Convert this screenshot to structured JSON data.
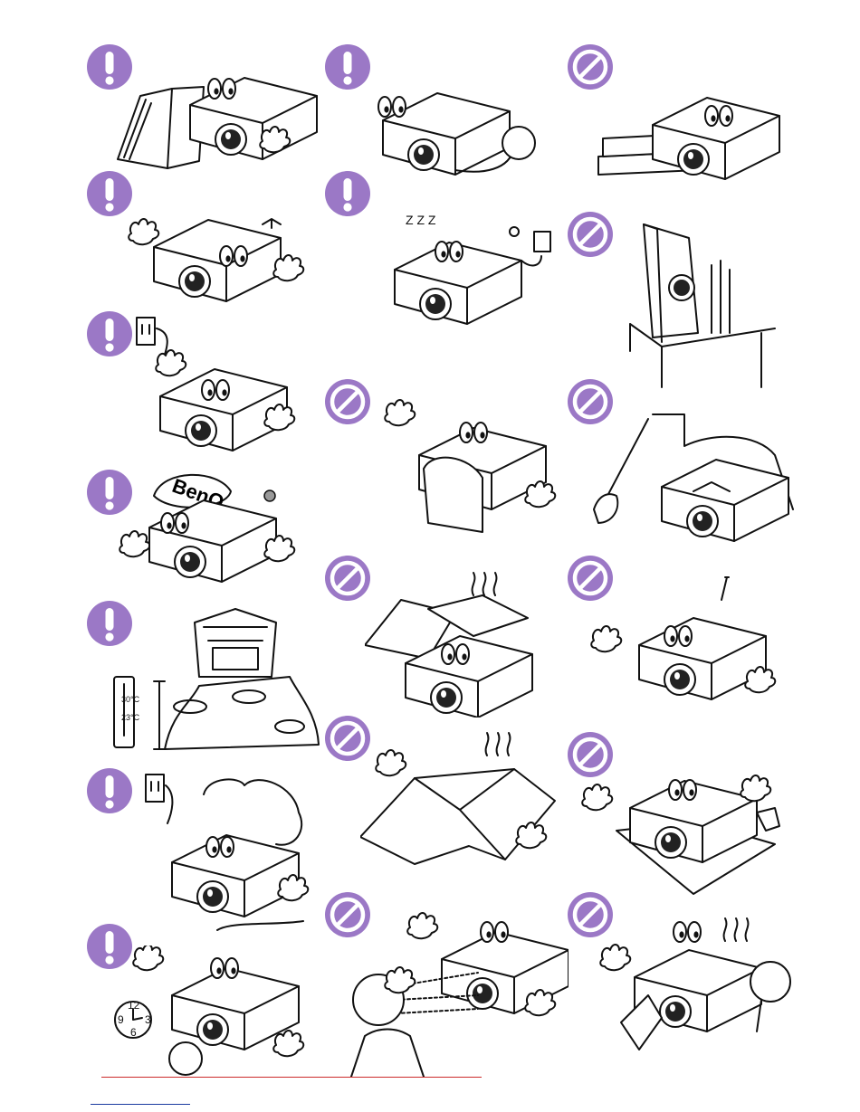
{
  "colors": {
    "badge": "#9b78c6",
    "badge_mark": "#ffffff",
    "footer_rule": "#cc2b2b",
    "link_rule": "#1a3aa0"
  },
  "icons": {
    "caution": "exclamation-badge-icon",
    "prohibited": "no-symbol-badge-icon"
  },
  "panels": [
    {
      "id": "read-manual",
      "badge": "caution"
    },
    {
      "id": "projector-cable",
      "badge": "caution"
    },
    {
      "id": "no-stacked-books",
      "badge": "prohibited"
    },
    {
      "id": "insects-pests",
      "badge": "caution"
    },
    {
      "id": "standby-power",
      "badge": "caution"
    },
    {
      "id": "no-upright-shelf",
      "badge": "prohibited"
    },
    {
      "id": "unplug-power",
      "badge": "caution"
    },
    {
      "id": "no-blocking-lens",
      "badge": "prohibited"
    },
    {
      "id": "no-dusty-room",
      "badge": "prohibited"
    },
    {
      "id": "service-by-brand",
      "badge": "caution"
    },
    {
      "id": "no-covering-vents",
      "badge": "prohibited"
    },
    {
      "id": "no-screwdriver",
      "badge": "prohibited"
    },
    {
      "id": "altitude-temperature",
      "badge": "caution"
    },
    {
      "id": "no-cloth-cover",
      "badge": "prohibited"
    },
    {
      "id": "no-liquids",
      "badge": "prohibited"
    },
    {
      "id": "unplug-humidity",
      "badge": "caution"
    },
    {
      "id": "no-looking-into-beam",
      "badge": "prohibited"
    },
    {
      "id": "no-touching-hot-vents",
      "badge": "prohibited"
    },
    {
      "id": "lamp-hours",
      "badge": "caution"
    }
  ],
  "illustration_text": {
    "brand_logo": "BenQ",
    "thermo_high": "30°C",
    "thermo_low": "23°C",
    "clock_12": "12",
    "clock_3": "3",
    "clock_6": "6",
    "clock_9": "9",
    "sleep_zzz": "Z Z Z"
  }
}
